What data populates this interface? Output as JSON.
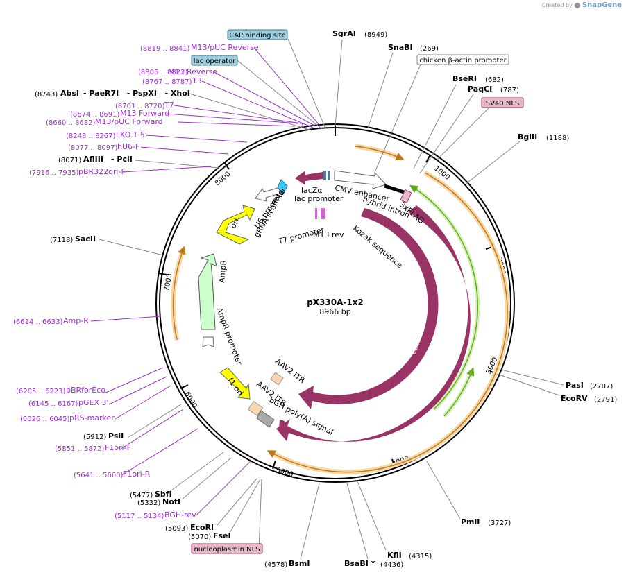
{
  "credit": {
    "prefix": "Created by",
    "brand": "SnapGene"
  },
  "plasmid": {
    "name": "pX330A-1x2",
    "size": "8966 bp"
  },
  "ticks": [
    "1000",
    "2000",
    "3000",
    "4000",
    "5000",
    "6000",
    "7000",
    "8000"
  ],
  "enzymes": [
    {
      "name": "SgrAI",
      "pos": "(8949)"
    },
    {
      "name": "SnaBI",
      "pos": "(269)"
    },
    {
      "name": "BseRI",
      "pos": "(682)"
    },
    {
      "name": "PaqCI",
      "pos": "(787)"
    },
    {
      "name": "BglII",
      "pos": "(1188)"
    },
    {
      "name": "PasI",
      "pos": "(2707)"
    },
    {
      "name": "EcoRV",
      "pos": "(2791)"
    },
    {
      "name": "PmlI",
      "pos": "(3727)"
    },
    {
      "name": "KflI",
      "pos": "(4315)"
    },
    {
      "name": "BsaBI *",
      "pos": "(4436)"
    },
    {
      "name": "BsmI",
      "pos": "(4578)"
    },
    {
      "name": "FseI",
      "pos": "(5070)"
    },
    {
      "name": "EcoRI",
      "pos": "(5093)"
    },
    {
      "name": "NotI",
      "pos": "(5332)"
    },
    {
      "name": "SbfI",
      "pos": "(5477)"
    },
    {
      "name": "PsiI",
      "pos": "(5912)"
    },
    {
      "name": "SacII",
      "pos": "(7118)"
    },
    {
      "name": "AflIII",
      "pos": "(8071)",
      "extra": "- PciI"
    },
    {
      "name": "AbsI",
      "pos": "(8743)",
      "extra": "- PaeR7I   - PspXI   - XhoI"
    }
  ],
  "primers": [
    {
      "name": "M13/pUC Reverse",
      "pos": "(8819 .. 8841)"
    },
    {
      "name": "M13 Reverse",
      "pos": "(8806 .. 8822)"
    },
    {
      "name": "T3",
      "pos": "(8767 .. 8787)"
    },
    {
      "name": "T7",
      "pos": "(8701 .. 8720)"
    },
    {
      "name": "M13 Forward",
      "pos": "(8674 .. 8691)"
    },
    {
      "name": "M13/pUC Forward",
      "pos": "(8660 .. 8682)"
    },
    {
      "name": "LKO.1 5'",
      "pos": "(8248 .. 8267)"
    },
    {
      "name": "hU6-F",
      "pos": "(8077 .. 8097)"
    },
    {
      "name": "pBR322ori-F",
      "pos": "(7916 .. 7935)"
    },
    {
      "name": "Amp-R",
      "pos": "(6614 .. 6633)"
    },
    {
      "name": "pBRforEco",
      "pos": "(6205 .. 6223)"
    },
    {
      "name": "pGEX 3'",
      "pos": "(6145 .. 6167)"
    },
    {
      "name": "pRS-marker",
      "pos": "(6026 .. 6045)"
    },
    {
      "name": "F1ori-F",
      "pos": "(5851 .. 5872)"
    },
    {
      "name": "F1ori-R",
      "pos": "(5641 .. 5660)"
    },
    {
      "name": "BGH-rev",
      "pos": "(5117 .. 5134)"
    }
  ],
  "boxed_features": {
    "cap": "CAP binding site",
    "lac_operator": "lac operator",
    "chicken": "chicken β-actin promoter",
    "sv40": "SV40 NLS",
    "nucleoplasmin": "nucleoplasmin NLS"
  },
  "features": {
    "lacZa": "lacZα",
    "lac_promoter": "lac promoter",
    "cmv": "CMV enhancer",
    "hybrid_intron": "hybrid intron",
    "flag": "3xFLAG",
    "kozak": "Kozak sequence",
    "t7_promoter": "T7 promoter",
    "m13_rev": "M13 rev",
    "u6": "U6 promoter",
    "grna": "gRNA scaffold",
    "ori": "ori",
    "ampr": "AmpR",
    "ampr_promoter": "AmpR promoter",
    "f1ori": "f1 ori",
    "aav2_itr_1": "AAV2 ITR",
    "aav2_itr_2": "AAV2 ITR",
    "bgh": "bGH poly(A) signal",
    "cas9_inner": "Cas9",
    "cas9_outer": "Cas9"
  },
  "colors": {
    "cas9": "#993366",
    "ampr": "#ccffcc",
    "ori": "#ffff00",
    "u6": "#33ccff",
    "primer": "#9933cc",
    "orange": "#e8a33d",
    "green": "#66aa22",
    "cap_box": "#99ccdd",
    "nls_box": "#e5b8c8"
  }
}
